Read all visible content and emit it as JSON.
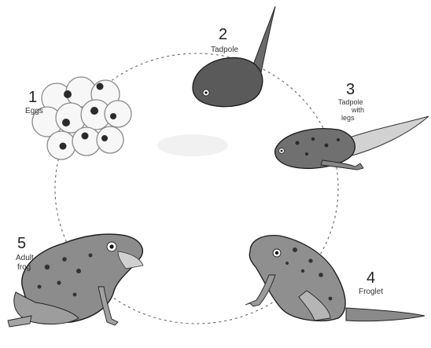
{
  "stages": [
    {
      "number": "1",
      "label": "Eggs"
    },
    {
      "number": "2",
      "label": "Tadpole"
    },
    {
      "number": "3",
      "label_lines": [
        "Tadpole",
        "with",
        "legs"
      ]
    },
    {
      "number": "4",
      "label": "Froglet"
    },
    {
      "number": "5",
      "label_lines": [
        "Adult",
        "frog"
      ]
    }
  ],
  "colors": {
    "frog_body": "#8a8a8a",
    "frog_light": "#c8c8c8",
    "spots": "#3a3a3a",
    "outline": "#222222",
    "cycle_line": "#555555"
  }
}
